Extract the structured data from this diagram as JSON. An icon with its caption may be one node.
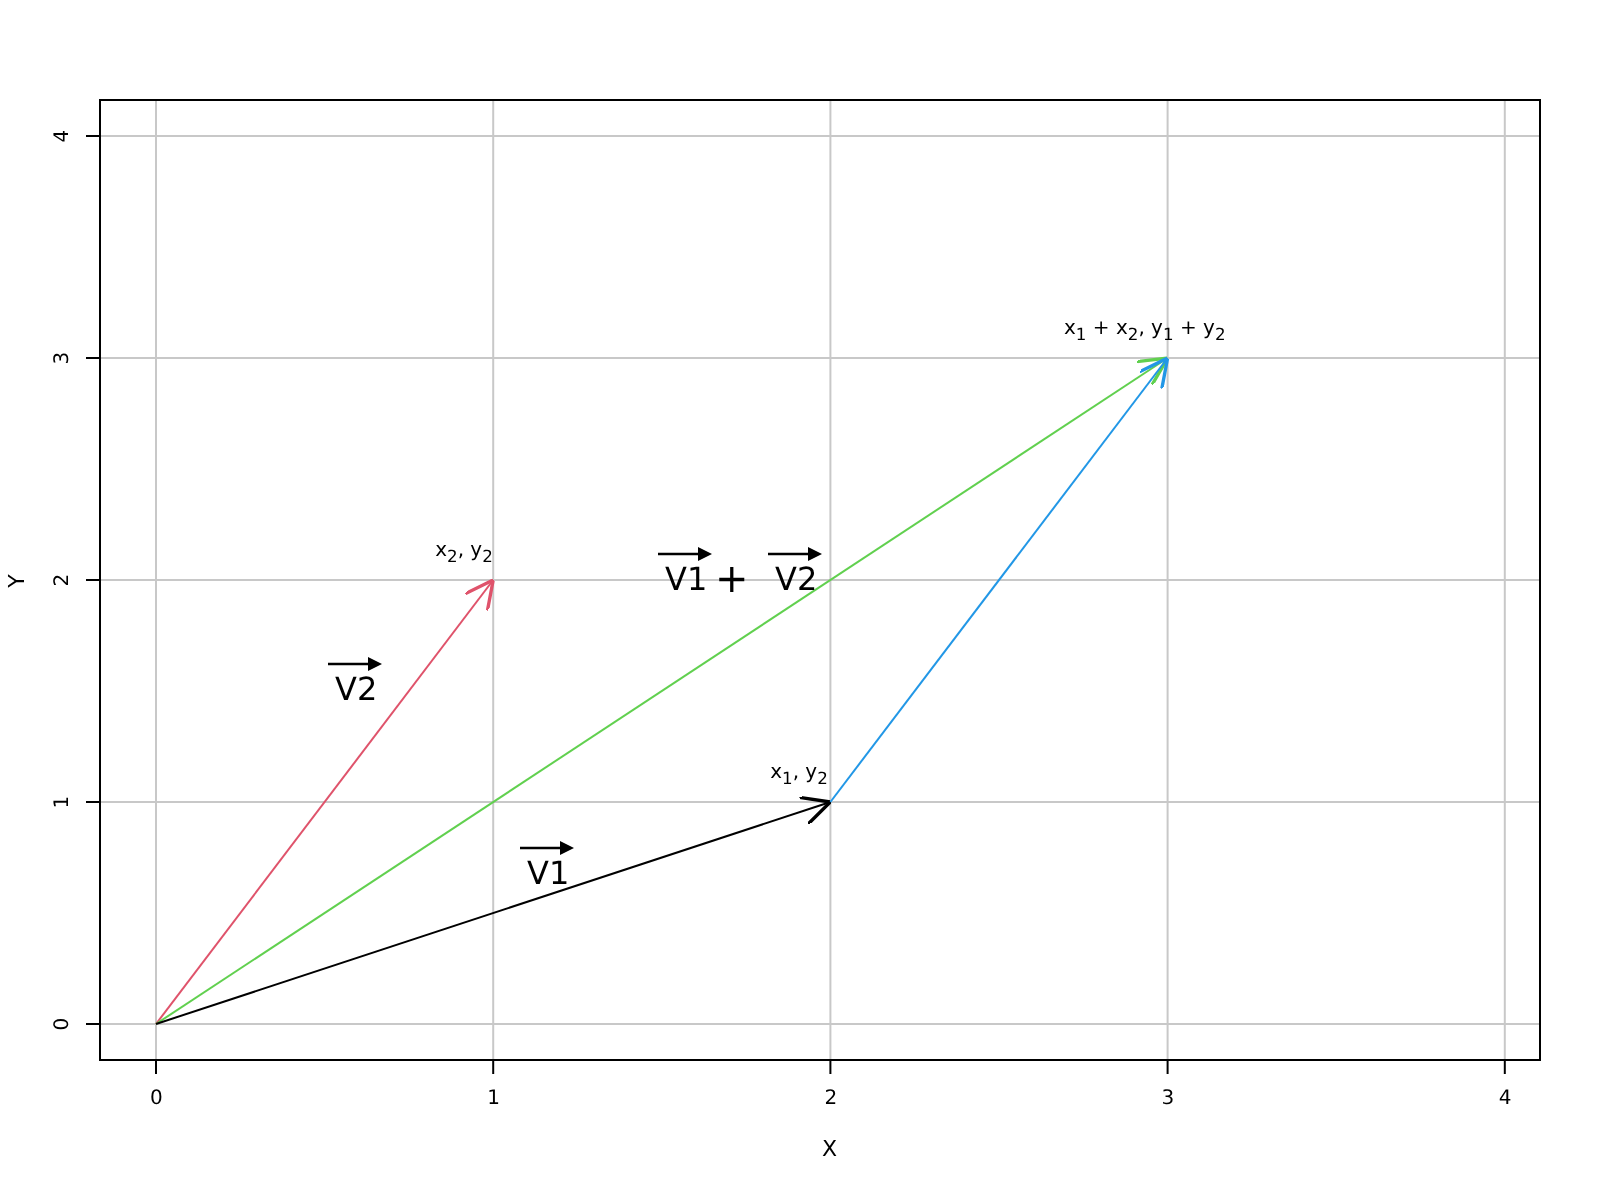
{
  "diagram": {
    "nodes": [
      {
        "text": [
          "x$_{2}$, y$_{2}$"
        ]
      },
      {
        "text": [
          "x$_{1}$, y$_{2}$"
        ]
      },
      {
        "text": [
          "x$_{1}$ + x$_{2}$, y$_{1}$ + y$_{2}$"
        ]
      }
    ],
    "edges": [
      {
        "from": null,
        "to": 0,
        "arrow": "to",
        "color": "#df536b"
      },
      {
        "from": null,
        "to": 2,
        "arrow": "to",
        "color": "#61d04f"
      },
      {
        "from": null,
        "to": 1,
        "arrow": "to",
        "color": "#000000"
      },
      {
        "from": 1,
        "to": 2,
        "arrow": "to",
        "color": "#2297e6"
      }
    ],
    "labels": [
      "4",
      "3",
      "2",
      "1",
      "0",
      "Y",
      "V1",
      "+",
      "V2",
      "V2",
      "V1",
      "0",
      "1",
      "2",
      "3",
      "4",
      "X"
    ]
  }
}
